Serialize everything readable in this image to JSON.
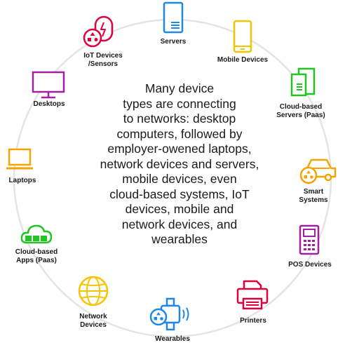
{
  "center_text": [
    "Many device",
    "types are connecting",
    "to networks: desktop",
    "computers, followed by",
    "employer-owened laptops,",
    "network devices and servers,",
    "mobile devices, even",
    "cloud-based systems, IoT",
    "devices, mobile and",
    "network devices, and",
    "wearables"
  ],
  "nodes": {
    "servers": {
      "label": "Servers",
      "color": "#1e88e5",
      "icon": "server-icon"
    },
    "mobile_devices": {
      "label": "Mobile Devices",
      "color": "#f5c400",
      "icon": "mobile-phone-icon"
    },
    "cloud_servers": {
      "label": [
        "Cloud-based",
        "Servers (Paas)"
      ],
      "color": "#22c322",
      "icon": "cloud-server-icon"
    },
    "smart_systems": {
      "label": [
        "Smart",
        "Systems"
      ],
      "color": "#f5a300",
      "icon": "smart-car-icon"
    },
    "pos_devices": {
      "label": "POS Devices",
      "color": "#a020a0",
      "icon": "pos-terminal-icon"
    },
    "printers": {
      "label": "Printers",
      "color": "#e0003c",
      "icon": "printer-icon"
    },
    "wearables": {
      "label": "Wearables",
      "color": "#1e88e5",
      "icon": "smartwatch-icon"
    },
    "network_devices": {
      "label": [
        "Network",
        "Devices"
      ],
      "color": "#f5c400",
      "icon": "globe-network-icon"
    },
    "cloud_apps": {
      "label": [
        "Cloud-based",
        "Apps (Paas)"
      ],
      "color": "#22c322",
      "icon": "cloud-apps-icon"
    },
    "laptops": {
      "label": "Laptops",
      "color": "#f5a300",
      "icon": "laptop-icon"
    },
    "desktops": {
      "label": "Desktops",
      "color": "#a020a0",
      "icon": "desktop-monitor-icon"
    },
    "iot_devices": {
      "label": [
        "IoT Devices",
        "/Sensors"
      ],
      "color": "#e0003c",
      "icon": "iot-sensor-icon"
    }
  },
  "colors": {
    "ring": "#e4e4e4",
    "text": "#1a1a1a"
  }
}
